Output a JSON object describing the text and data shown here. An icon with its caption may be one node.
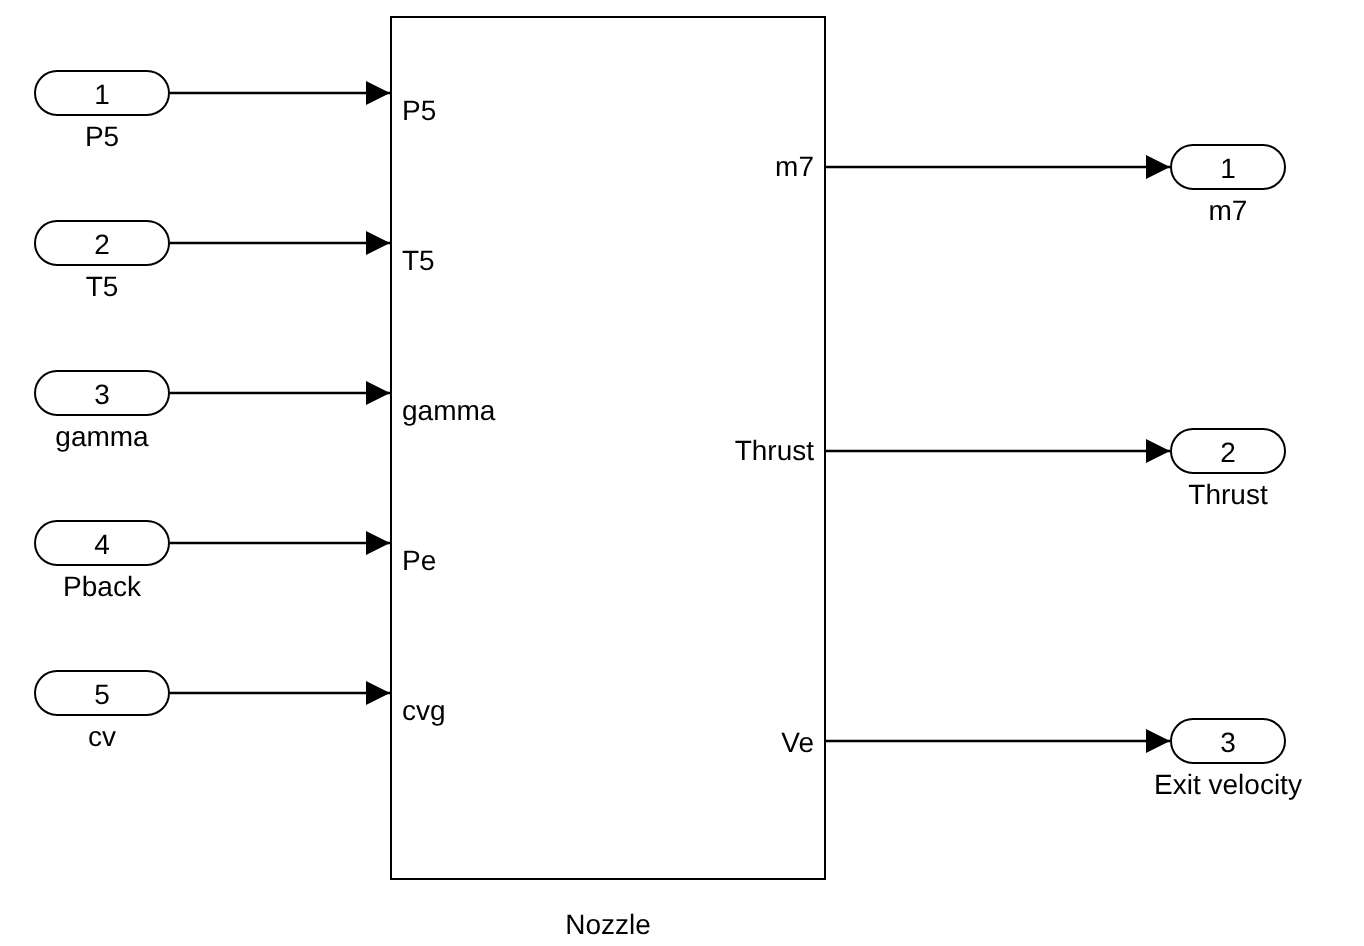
{
  "diagram": {
    "nodes": [
      {
        "text": [
          "1"
        ],
        "beside": [
          "P5"
        ]
      },
      {
        "text": [
          "2"
        ],
        "beside": [
          "T5"
        ]
      },
      {
        "text": [
          "3"
        ],
        "beside": [
          "gamma"
        ]
      },
      {
        "text": [
          "4"
        ],
        "beside": [
          "Pback"
        ]
      },
      {
        "text": [
          "5"
        ],
        "beside": [
          "cv"
        ]
      },
      {
        "text": [
          "P5",
          "T5",
          "gamma",
          "Pe",
          "cvg",
          "m7",
          "Thrust",
          "Ve"
        ],
        "beside": [
          "Nozzle"
        ]
      },
      {
        "text": [
          "1"
        ],
        "beside": [
          "m7"
        ]
      },
      {
        "text": [
          "2"
        ],
        "beside": [
          "Thrust"
        ]
      },
      {
        "text": [
          "3"
        ],
        "beside": [
          "Exit velocity"
        ]
      }
    ],
    "edges": [
      {
        "from": 0,
        "to": 5,
        "arrow": "to"
      },
      {
        "from": 1,
        "to": 5,
        "arrow": "to"
      },
      {
        "from": 2,
        "to": 5,
        "arrow": "to"
      },
      {
        "from": 3,
        "to": 5,
        "arrow": "to"
      },
      {
        "from": 4,
        "to": 5,
        "arrow": "to"
      },
      {
        "from": 5,
        "to": 6,
        "arrow": "to"
      },
      {
        "from": 5,
        "to": 7,
        "arrow": "to"
      },
      {
        "from": 5,
        "to": 8,
        "arrow": "to"
      }
    ]
  }
}
